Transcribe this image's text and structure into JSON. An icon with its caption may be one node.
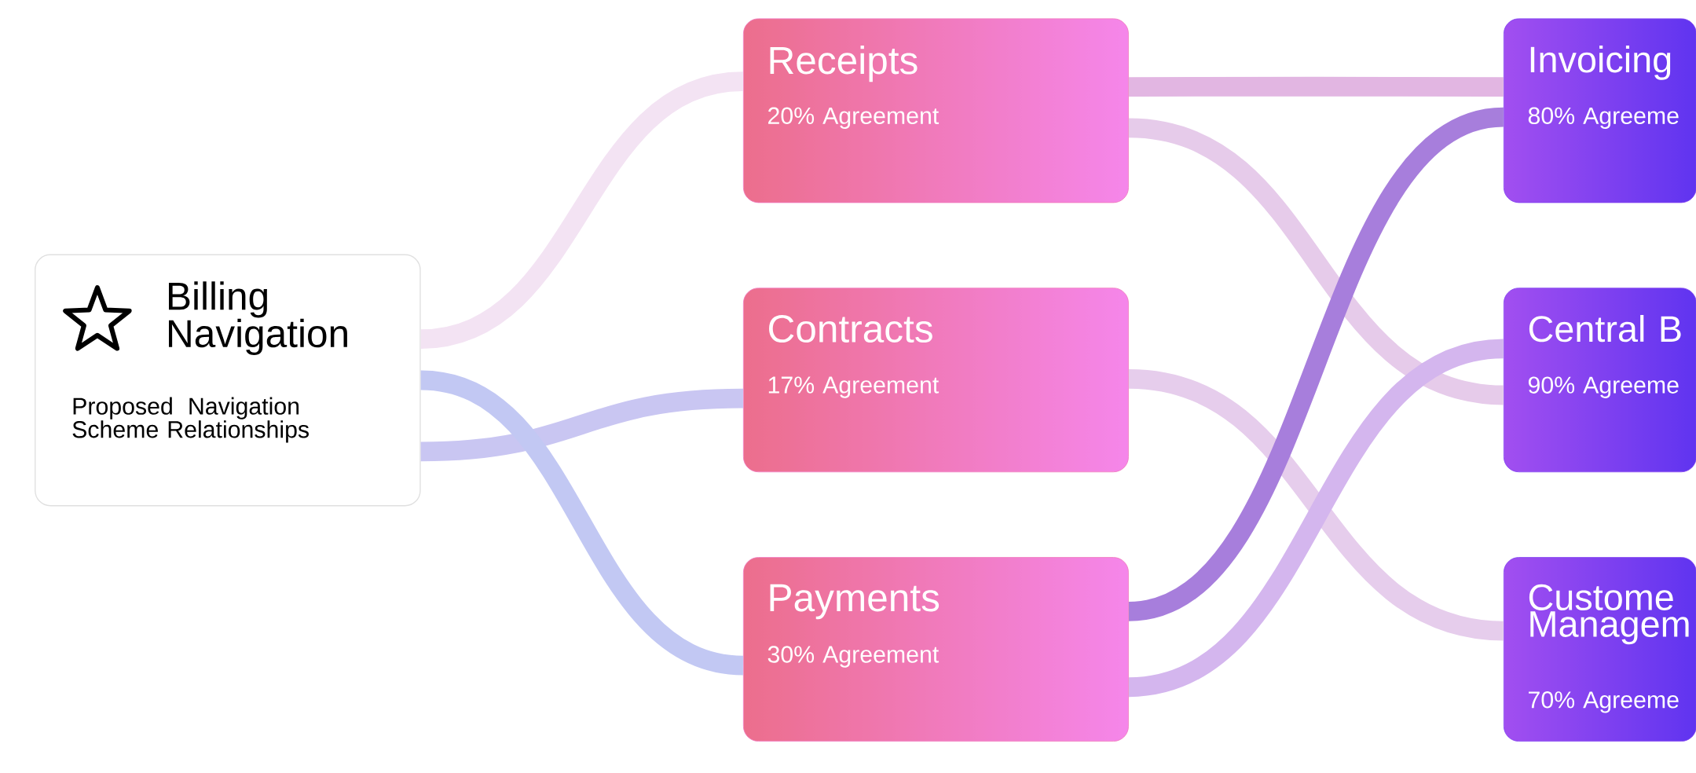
{
  "diagram": {
    "nodes": [
      {
        "text": [
          "Billing Navigation",
          "Proposed Navigation Scheme Relationships"
        ]
      },
      {
        "text": [
          "Receipts",
          "20% Agreement"
        ]
      },
      {
        "text": [
          "Contracts",
          "17% Agreement"
        ]
      },
      {
        "text": [
          "Payments",
          "30% Agreement"
        ]
      },
      {
        "text": [
          "Invoicing",
          "80% Agreeme"
        ]
      },
      {
        "text": [
          "Central B",
          "90% Agreeme"
        ]
      },
      {
        "text": [
          "Custome Managem",
          "70% Agreeme"
        ]
      }
    ],
    "edges": [
      {
        "from": 0,
        "to": 1,
        "arrow": "none",
        "color": "#f3e3f3"
      },
      {
        "from": 0,
        "to": 2,
        "arrow": "none",
        "color": "#c9c6f2"
      },
      {
        "from": 0,
        "to": 3,
        "arrow": "none",
        "color": "#c2c8f3"
      },
      {
        "from": 1,
        "to": 4,
        "arrow": "none",
        "color": "#e2b6e2"
      },
      {
        "from": 1,
        "to": 5,
        "arrow": "none",
        "color": "#e6cbea"
      },
      {
        "from": 2,
        "to": 6,
        "arrow": "none",
        "color": "#e6cdec"
      },
      {
        "from": 3,
        "to": 4,
        "arrow": "none",
        "color": "#a77edc"
      },
      {
        "from": 3,
        "to": 5,
        "arrow": "none",
        "color": "#d4b6ee"
      }
    ]
  }
}
